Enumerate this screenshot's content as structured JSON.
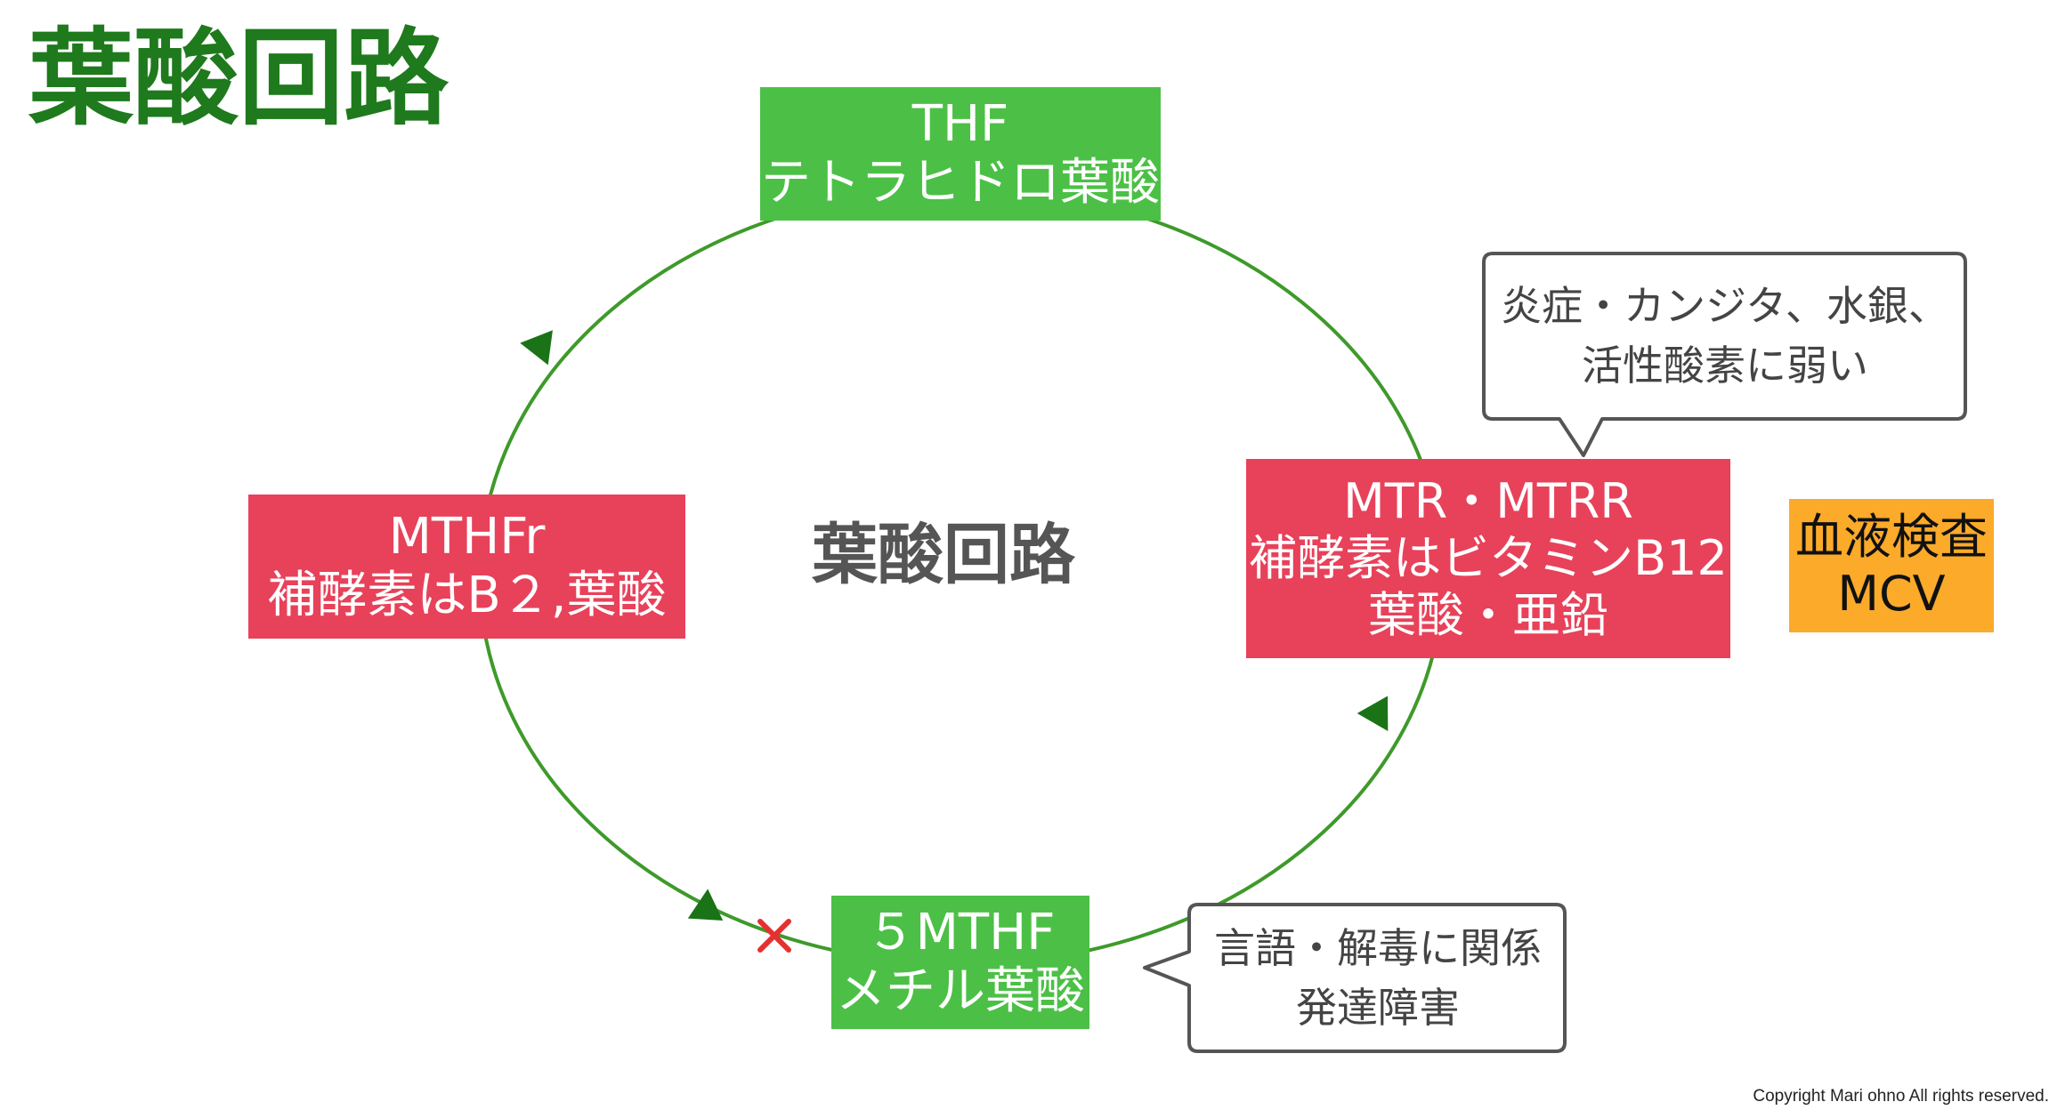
{
  "title": "葉酸回路",
  "center_label": "葉酸回路",
  "nodes": {
    "thf": {
      "line1": "THF",
      "line2": "テトラヒドロ葉酸",
      "color": "#4cc046"
    },
    "mthfr": {
      "line1": "MTHFr",
      "line2": "補酵素はB２,葉酸",
      "color": "#e8415a"
    },
    "mtr": {
      "line1": "MTR・MTRR",
      "line2": "補酵素はビタミンB12",
      "line3": "葉酸・亜鉛",
      "color": "#e8415a"
    },
    "five_mthf": {
      "line1": "５MTHF",
      "line2": "メチル葉酸",
      "color": "#4cc046"
    },
    "blood_test": {
      "line1": "血液検査",
      "line2": "MCV",
      "color": "#fbaa2a"
    }
  },
  "callouts": {
    "mtr_note": {
      "line1": "炎症・カンジタ、水銀、",
      "line2": "活性酸素に弱い"
    },
    "five_mthf_note": {
      "line1": "言語・解毒に関係",
      "line2": "発達障害"
    }
  },
  "cycle_color": "#3e9a2a",
  "arrow_color": "#1a7317",
  "block_marker": {
    "symbol": "✕",
    "color": "#e53030"
  },
  "copyright": "Copyright  Mari ohno All rights reserved."
}
